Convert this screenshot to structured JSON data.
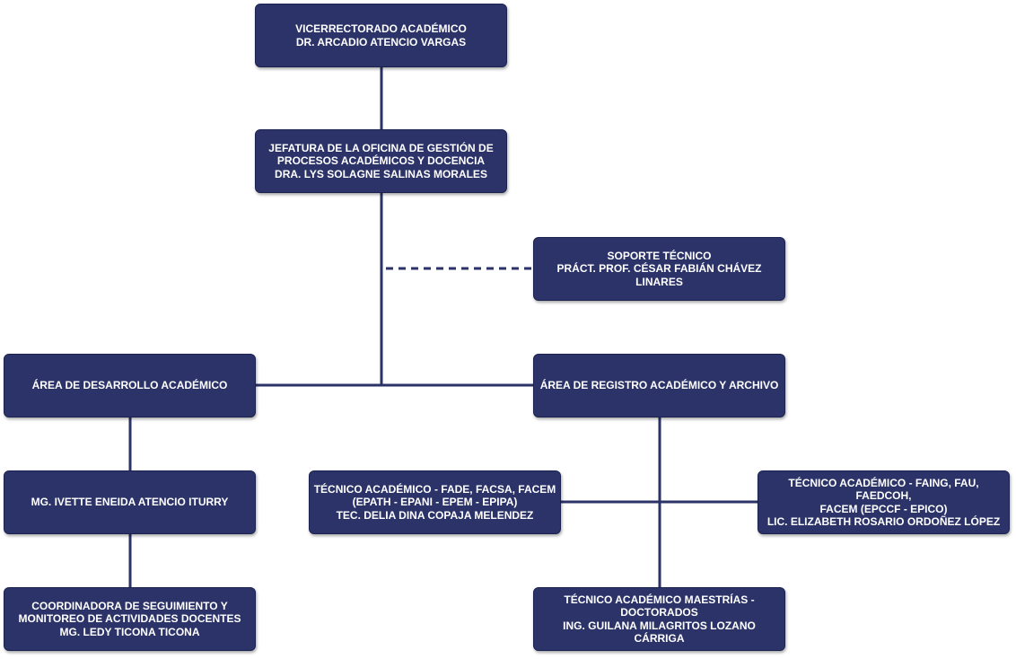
{
  "nodes": {
    "vicerrectorado": {
      "lines": [
        "VICERRECTORADO ACADÉMICO",
        "DR. ARCADIO ATENCIO VARGAS"
      ]
    },
    "jefatura": {
      "lines": [
        "JEFATURA DE LA OFICINA DE GESTIÓN DE",
        "PROCESOS ACADÉMICOS Y DOCENCIA",
        "DRA. LYS SOLAGNE SALINAS MORALES"
      ]
    },
    "soporte": {
      "lines": [
        "SOPORTE TÉCNICO",
        "PRÁCT. PROF. CÉSAR FABIÁN CHÁVEZ",
        "LINARES"
      ]
    },
    "desarrollo": {
      "lines": [
        "ÁREA DE DESARROLLO ACADÉMICO"
      ]
    },
    "registro": {
      "lines": [
        "ÁREA DE REGISTRO ACADÉMICO Y ARCHIVO"
      ]
    },
    "atencio": {
      "lines": [
        "MG. IVETTE ENEIDA ATENCIO ITURRY"
      ]
    },
    "coordinadora": {
      "lines": [
        "COORDINADORA DE SEGUIMIENTO Y",
        "MONITOREO DE ACTIVIDADES DOCENTES",
        "MG. LEDY TICONA TICONA"
      ]
    },
    "tecnico_fade": {
      "lines": [
        "TÉCNICO ACADÉMICO - FADE, FACSA, FACEM",
        "(EPATH - EPANI - EPEM - EPIPA)",
        "TEC. DELIA DINA COPAJA MELENDEZ"
      ]
    },
    "tecnico_faing": {
      "lines": [
        "TÉCNICO ACADÉMICO - FAING, FAU, FAEDCOH,",
        "FACEM (EPCCF - EPICO)",
        "LIC. ELIZABETH ROSARIO ORDOÑEZ LÓPEZ"
      ]
    },
    "tecnico_maestrias": {
      "lines": [
        "TÉCNICO ACADÉMICO MAESTRÍAS -",
        "DOCTORADOS",
        "ING. GUILANA MILAGRITOS LOZANO CÁRRIGA"
      ]
    }
  },
  "colors": {
    "box_fill": "#2b3368",
    "connector": "#2b3368",
    "text": "#ffffff"
  }
}
